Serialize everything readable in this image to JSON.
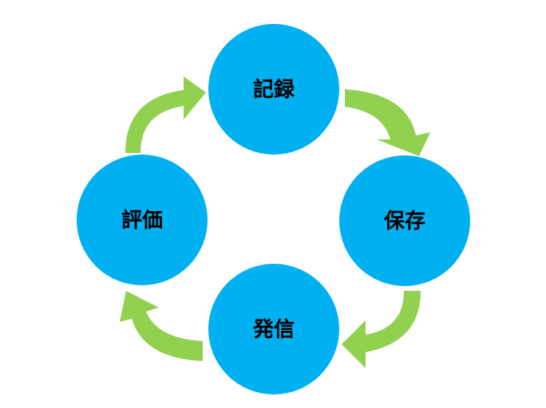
{
  "colors": {
    "node_fill": "#00b0f0",
    "arrow_fill": "#92d050",
    "label_text": "#000000",
    "background": "#ffffff"
  },
  "nodes": [
    {
      "id": "record",
      "label": "記録"
    },
    {
      "id": "save",
      "label": "保存"
    },
    {
      "id": "publish",
      "label": "発信"
    },
    {
      "id": "evaluate",
      "label": "評価"
    }
  ],
  "cycle_order": [
    "record",
    "save",
    "publish",
    "evaluate"
  ],
  "arrow_icon": "curved-arrow-clockwise"
}
